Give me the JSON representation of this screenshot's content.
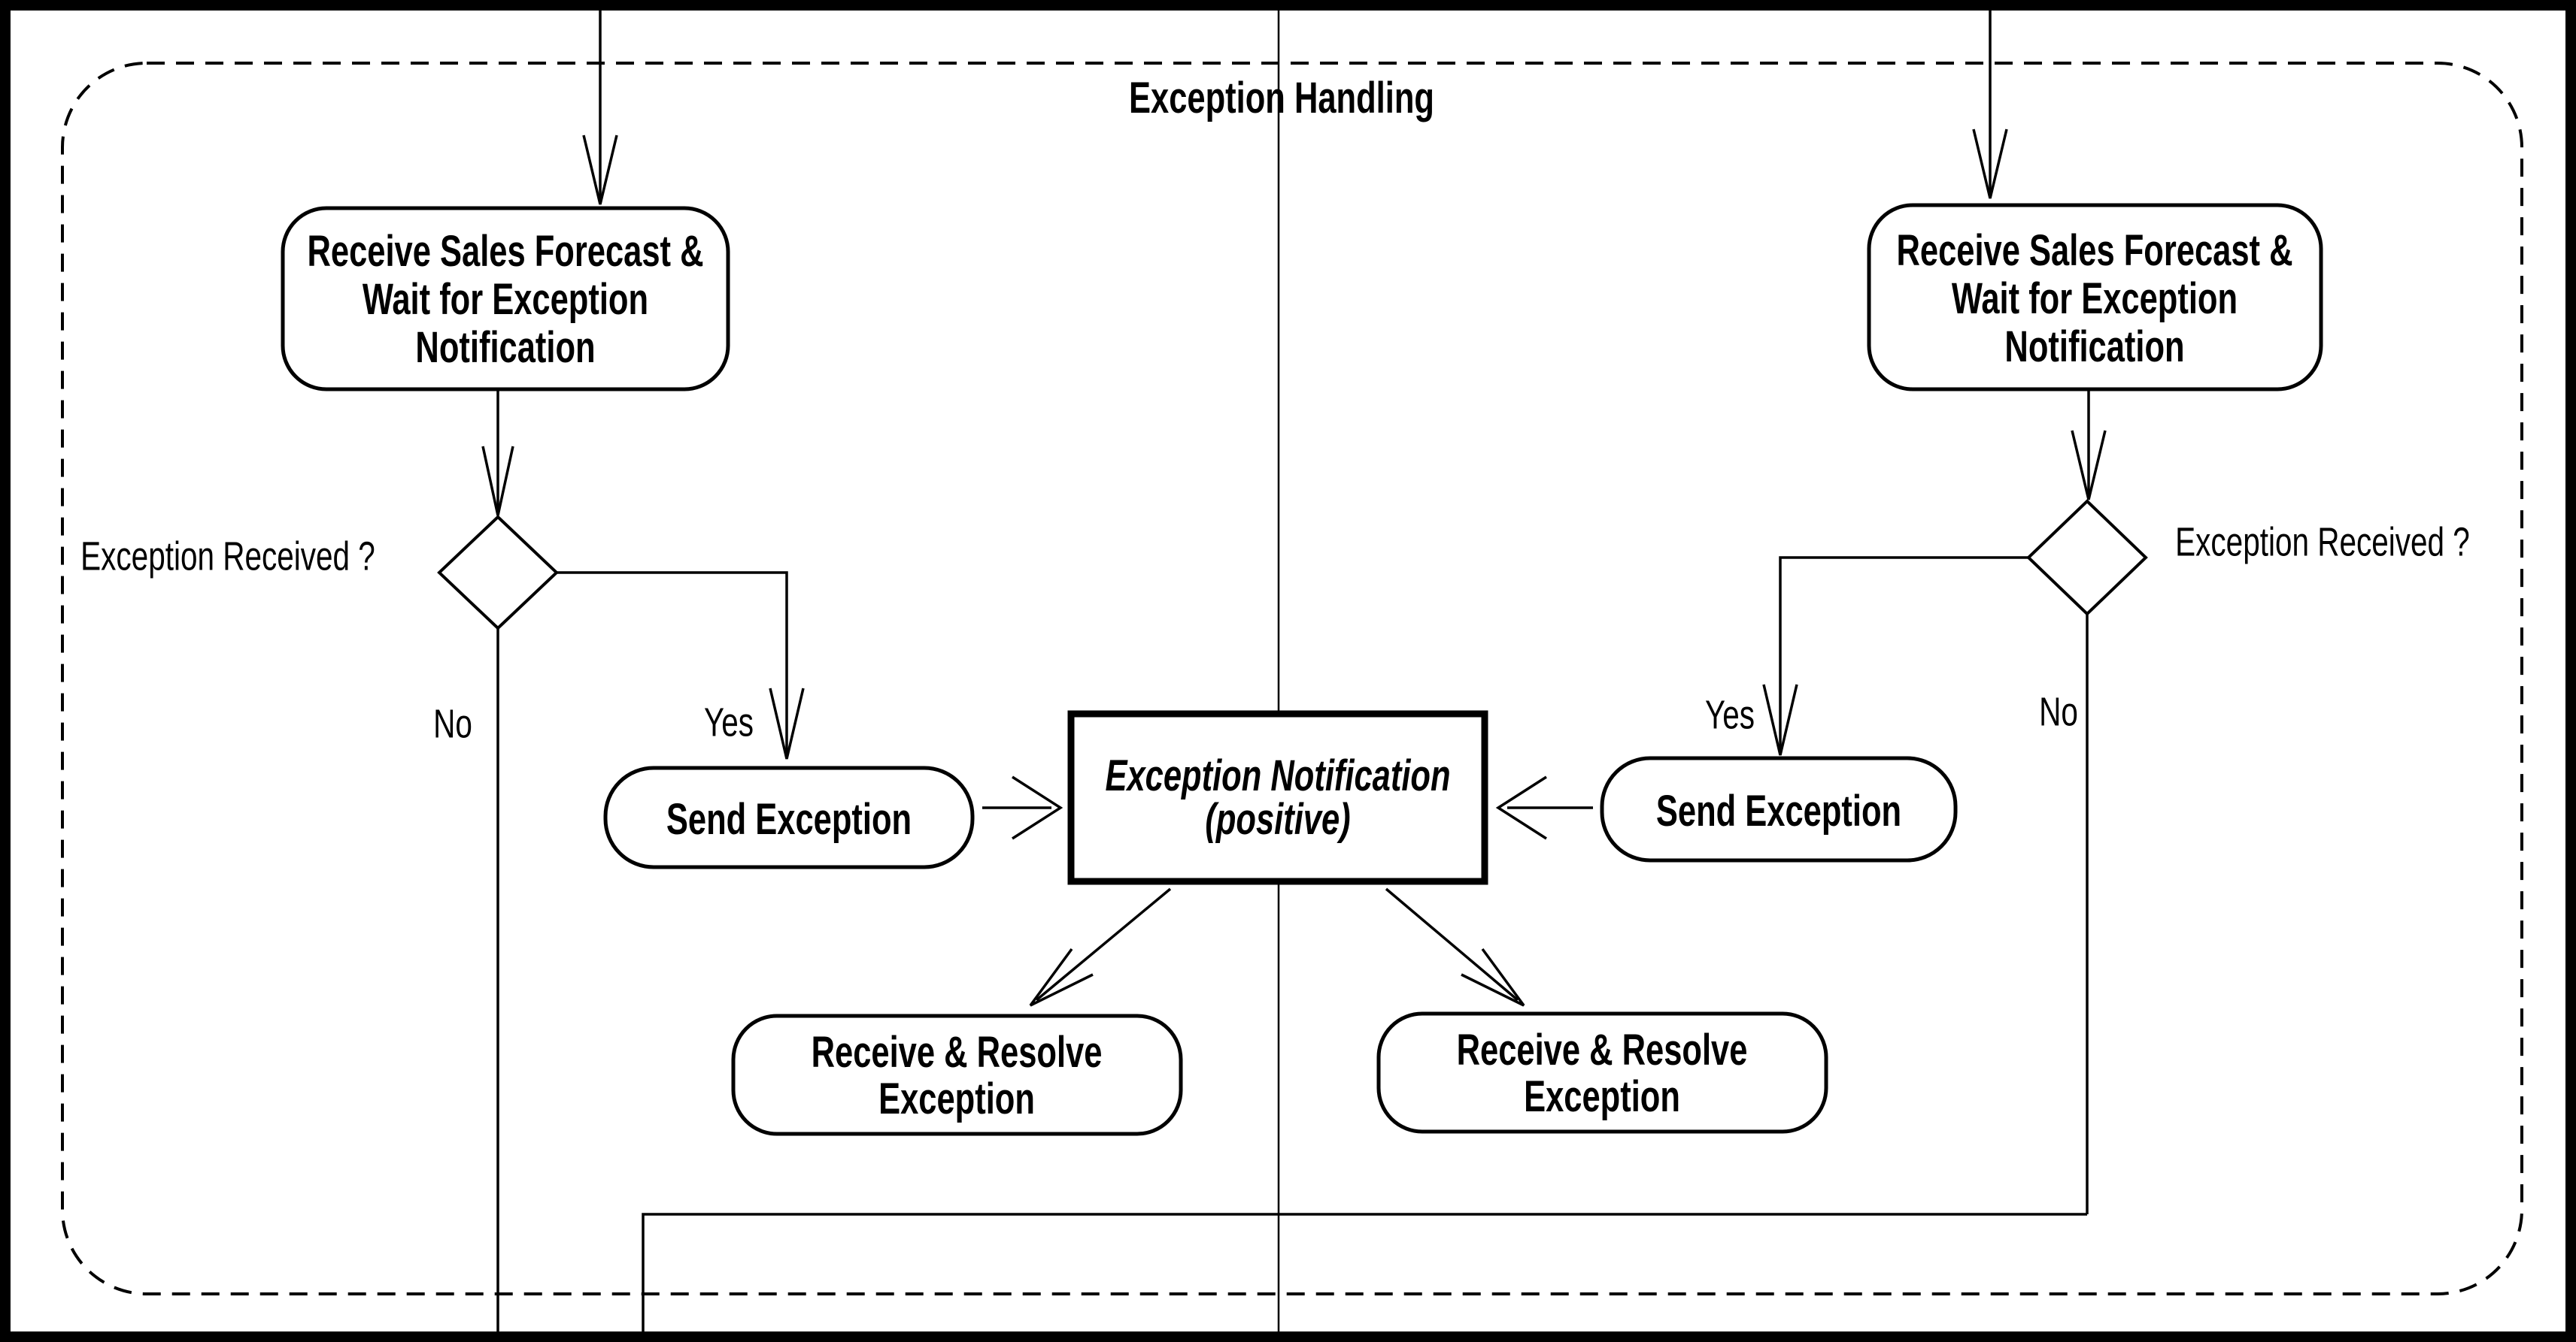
{
  "title": "Exception Handling",
  "colors": {
    "ink": "#000000",
    "paper": "#ffffff"
  },
  "left_lane": {
    "receive_task": {
      "line1": "Receive Sales Forecast &",
      "line2": "Wait for Exception",
      "line3": "Notification"
    },
    "decision_label": "Exception Received ?",
    "no_label": "No",
    "yes_label": "Yes",
    "send_task": "Send Exception",
    "resolve_task": {
      "line1": "Receive & Resolve",
      "line2": "Exception"
    }
  },
  "right_lane": {
    "receive_task": {
      "line1": "Receive Sales Forecast &",
      "line2": "Wait for Exception",
      "line3": "Notification"
    },
    "decision_label": "Exception Received ?",
    "no_label": "No",
    "yes_label": "Yes",
    "send_task": "Send Exception",
    "resolve_task": {
      "line1": "Receive & Resolve",
      "line2": "Exception"
    }
  },
  "shared": {
    "notification_object": {
      "line1": "Exception Notification",
      "line2": "(positive)"
    }
  }
}
